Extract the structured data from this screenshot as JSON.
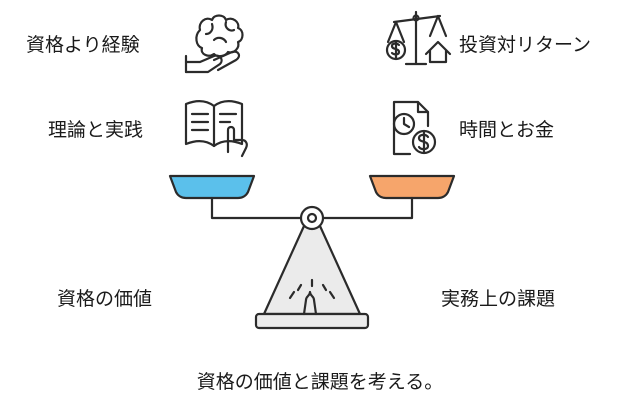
{
  "labels": {
    "top_left": "資格より経験",
    "top_right": "投資対リターン",
    "mid_left": "理論と実践",
    "mid_right": "時間とお金",
    "bottom_left": "資格の価値",
    "bottom_right": "実務上の課題"
  },
  "caption": "資格の価値と課題を考える。",
  "colors": {
    "left_pan": "#5bc0eb",
    "right_pan": "#f6a56b",
    "stroke": "#2b2b2b",
    "base_fill": "#ebebeb"
  },
  "icons": [
    "brain-hand-icon",
    "balance-money-house-icon",
    "book-pointer-icon",
    "clock-dollar-document-icon"
  ]
}
